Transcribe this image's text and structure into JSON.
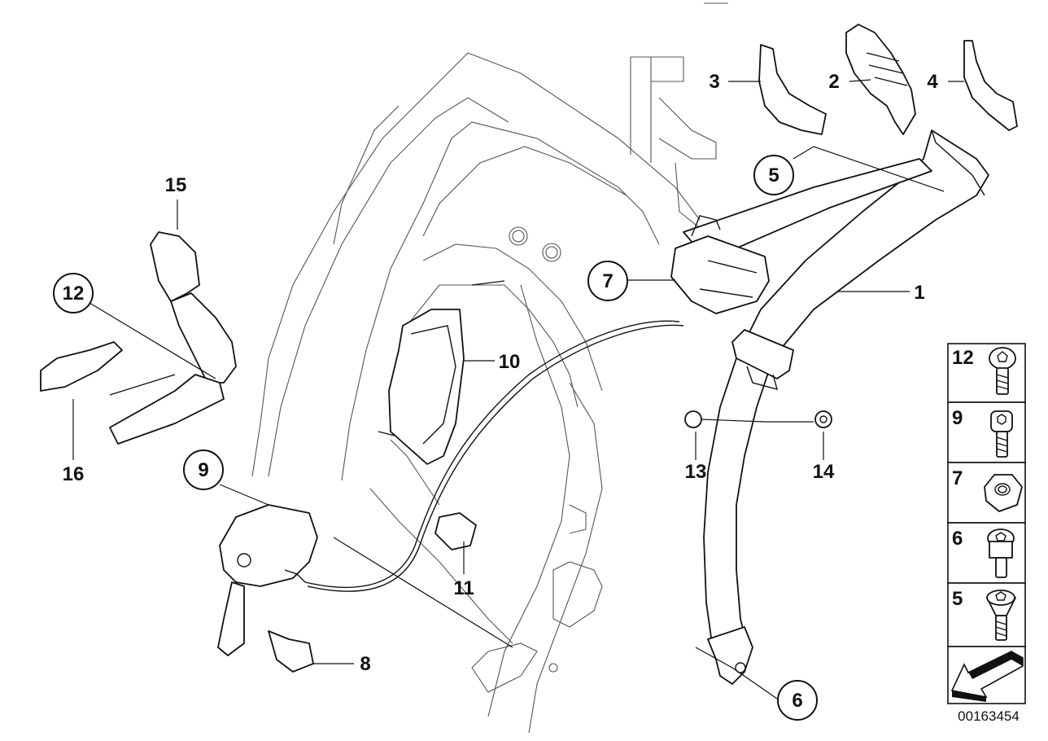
{
  "callouts": [
    {
      "id": "c1",
      "number": "1"
    },
    {
      "id": "c2",
      "number": "2"
    },
    {
      "id": "c3",
      "number": "3"
    },
    {
      "id": "c4",
      "number": "4"
    },
    {
      "id": "c5",
      "number": "5"
    },
    {
      "id": "c6",
      "number": "6"
    },
    {
      "id": "c7",
      "number": "7"
    },
    {
      "id": "c8",
      "number": "8"
    },
    {
      "id": "c9",
      "number": "9"
    },
    {
      "id": "c10",
      "number": "10"
    },
    {
      "id": "c11",
      "number": "11"
    },
    {
      "id": "c12",
      "number": "12"
    },
    {
      "id": "c13",
      "number": "13"
    },
    {
      "id": "c14",
      "number": "14"
    },
    {
      "id": "c15",
      "number": "15"
    },
    {
      "id": "c16",
      "number": "16"
    }
  ],
  "fastener_legend": [
    {
      "number": "12",
      "icon": "button-head-bolt-icon"
    },
    {
      "number": "9",
      "icon": "torx-bolt-icon"
    },
    {
      "number": "7",
      "icon": "hex-nut-icon"
    },
    {
      "number": "6",
      "icon": "shoulder-bolt-icon"
    },
    {
      "number": "5",
      "icon": "countersunk-bolt-icon"
    }
  ],
  "reference_number": "00163454",
  "icons": [
    "direction-arrow-icon"
  ]
}
